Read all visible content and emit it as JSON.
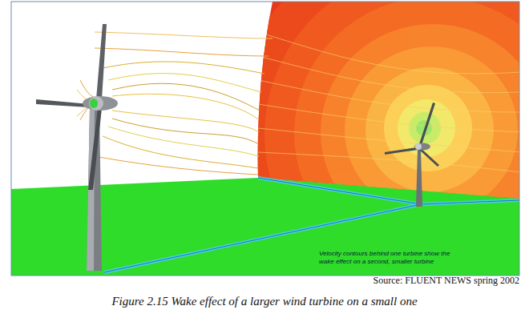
{
  "diagram": {
    "caption": "Figure 2.15 Wake effect of a larger wind turbine on a small one",
    "labels": [
      "Velocity contours behind one turbine show the wake effect on a second, smaller turbine",
      "Source: FLUENT NEWS spring 2002"
    ]
  }
}
